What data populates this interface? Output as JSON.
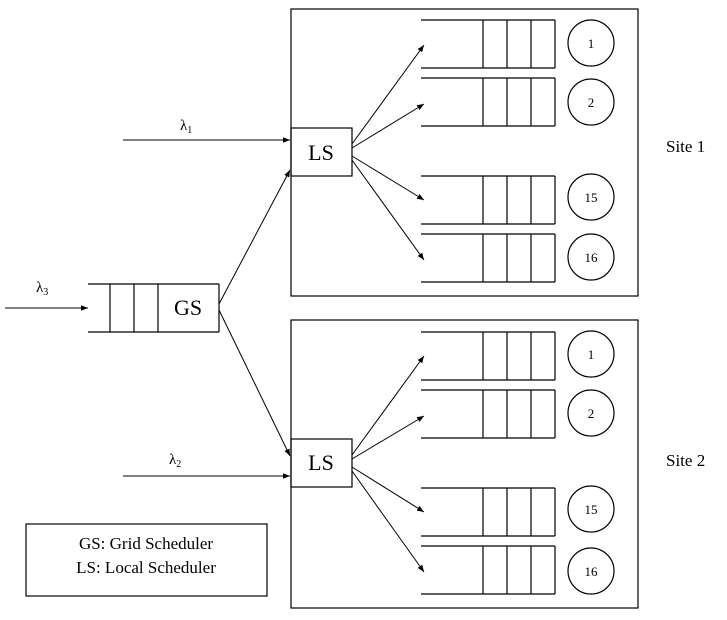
{
  "gs_label": "GS",
  "ls_label": "LS",
  "lambda_symbol": "λ",
  "arrivals": {
    "lambda1_sub": "1",
    "lambda2_sub": "2",
    "lambda3_sub": "3"
  },
  "sites": [
    {
      "label": "Site 1",
      "servers": [
        "1",
        "2",
        "15",
        "16"
      ]
    },
    {
      "label": "Site 2",
      "servers": [
        "1",
        "2",
        "15",
        "16"
      ]
    }
  ],
  "legend": {
    "line1": "GS: Grid Scheduler",
    "line2": "LS: Local Scheduler"
  },
  "colors": {
    "stroke": "#000000",
    "background": "#ffffff"
  }
}
